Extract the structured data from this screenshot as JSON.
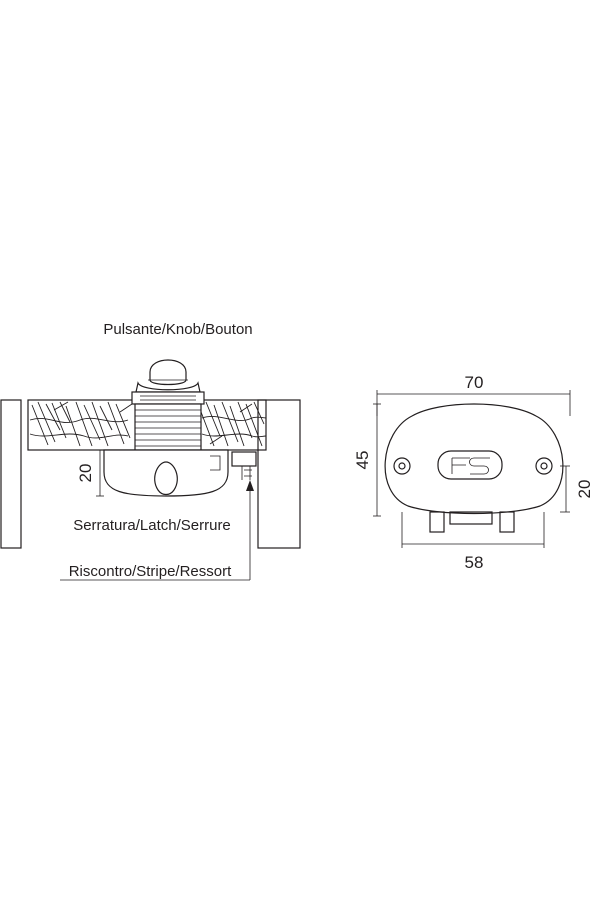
{
  "side_view": {
    "label_knob": "Pulsante/Knob/Bouton",
    "label_latch": "Serratura/Latch/Serrure",
    "label_stripe": "Riscontro/Stripe/Ressort",
    "dim_height": "20"
  },
  "front_view": {
    "dim_width_top": "70",
    "dim_height_left": "45",
    "dim_height_right": "20",
    "dim_width_bottom": "58",
    "logo_text": "FS"
  },
  "colors": {
    "line": "#231f20",
    "background": "#ffffff"
  }
}
